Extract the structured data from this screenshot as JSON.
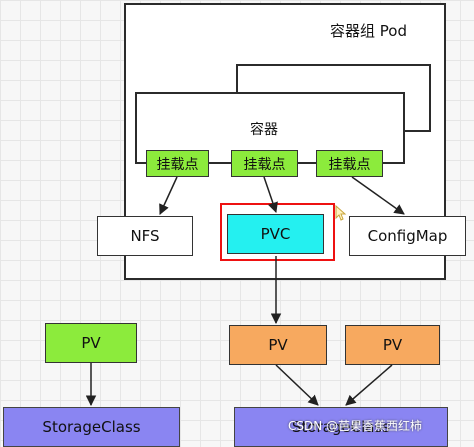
{
  "pod": {
    "label": "容器组  Pod"
  },
  "container": {
    "label": "容器"
  },
  "mounts": [
    "挂载点",
    "挂载点",
    "挂载点"
  ],
  "volumes": {
    "nfs": "NFS",
    "pvc": "PVC",
    "configmap": "ConfigMap"
  },
  "persistent_volumes": [
    "PV",
    "PV",
    "PV"
  ],
  "storage_classes": [
    "StorageClass",
    "StorageClass"
  ],
  "watermark": "CSDN @芭果香蕉西红柿",
  "colors": {
    "mount": "#8ceb3c",
    "pvc": "#24f0f0",
    "pv_green": "#8ceb3c",
    "pv_orange": "#f7a95f",
    "storage_class": "#8a85f2",
    "highlight": "#ee1111"
  }
}
